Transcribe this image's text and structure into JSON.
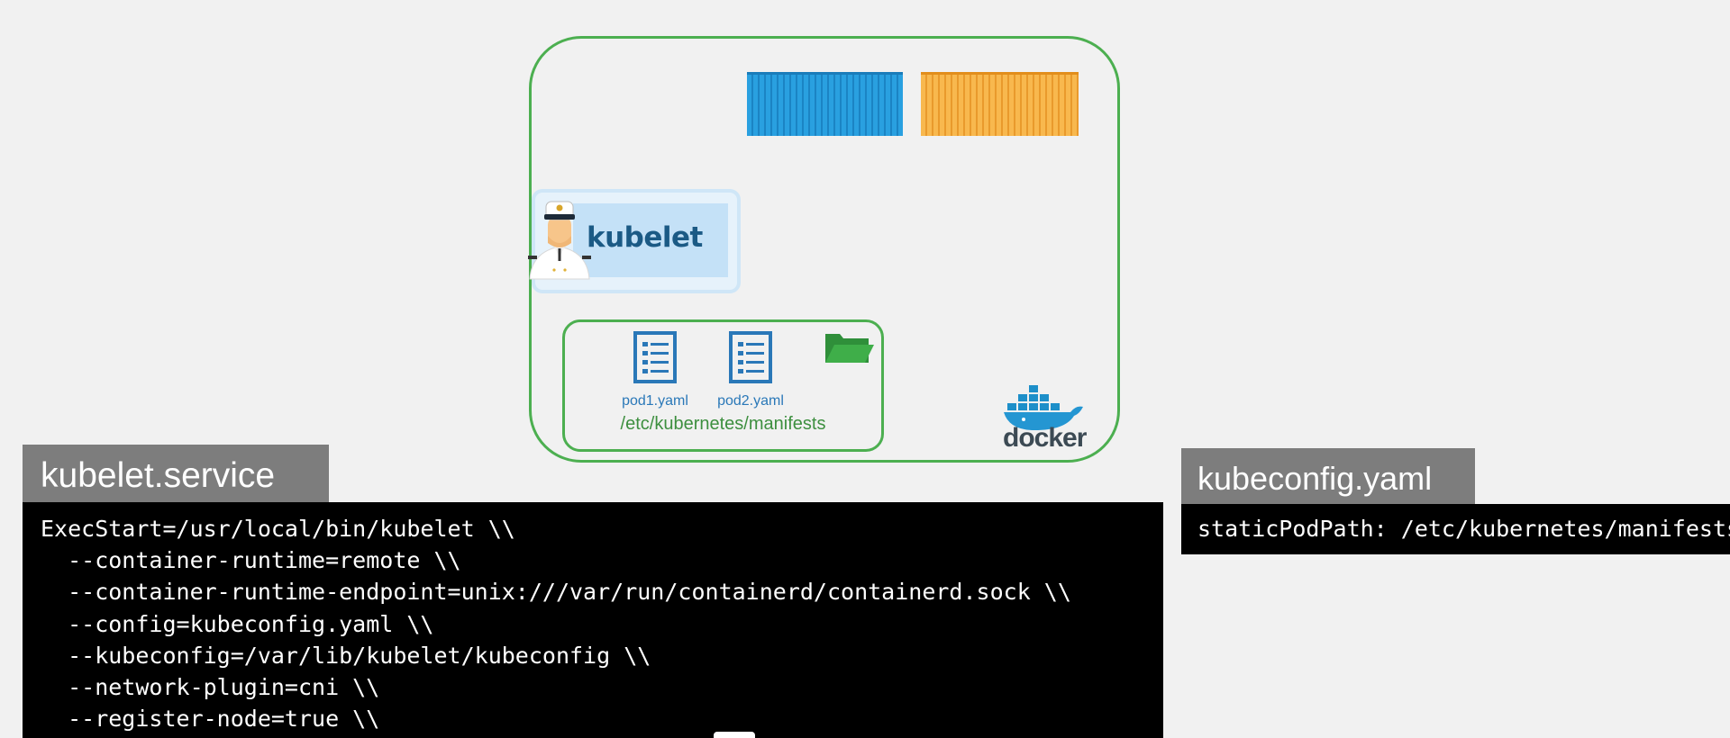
{
  "node": {
    "kubelet_label": "kubelet",
    "pods": [
      {
        "label": "pod1.yaml",
        "icon": "document-icon"
      },
      {
        "label": "pod2.yaml",
        "icon": "document-icon"
      }
    ],
    "manifests_path": "/etc/kubernetes/manifests",
    "docker_label": "docker",
    "colors": {
      "node_border": "#4caf50",
      "container_blue": "#29a0e0",
      "container_orange": "#f8b84e",
      "kubelet_text": "#1b5a85",
      "pod_label": "#2a78b8",
      "folder": "#3fae49"
    }
  },
  "service": {
    "tab": "kubelet.service",
    "lines": [
      "ExecStart=/usr/local/bin/kubelet \\\\",
      "  --container-runtime=remote \\\\",
      "  --container-runtime-endpoint=unix:///var/run/containerd/containerd.sock \\\\",
      "  --config=kubeconfig.yaml \\\\",
      "  --kubeconfig=/var/lib/kubelet/kubeconfig \\\\",
      "  --network-plugin=cni \\\\",
      "  --register-node=true \\\\"
    ]
  },
  "kubeconfig": {
    "tab": "kubeconfig.yaml",
    "line": "staticPodPath: /etc/kubernetes/manifests"
  }
}
